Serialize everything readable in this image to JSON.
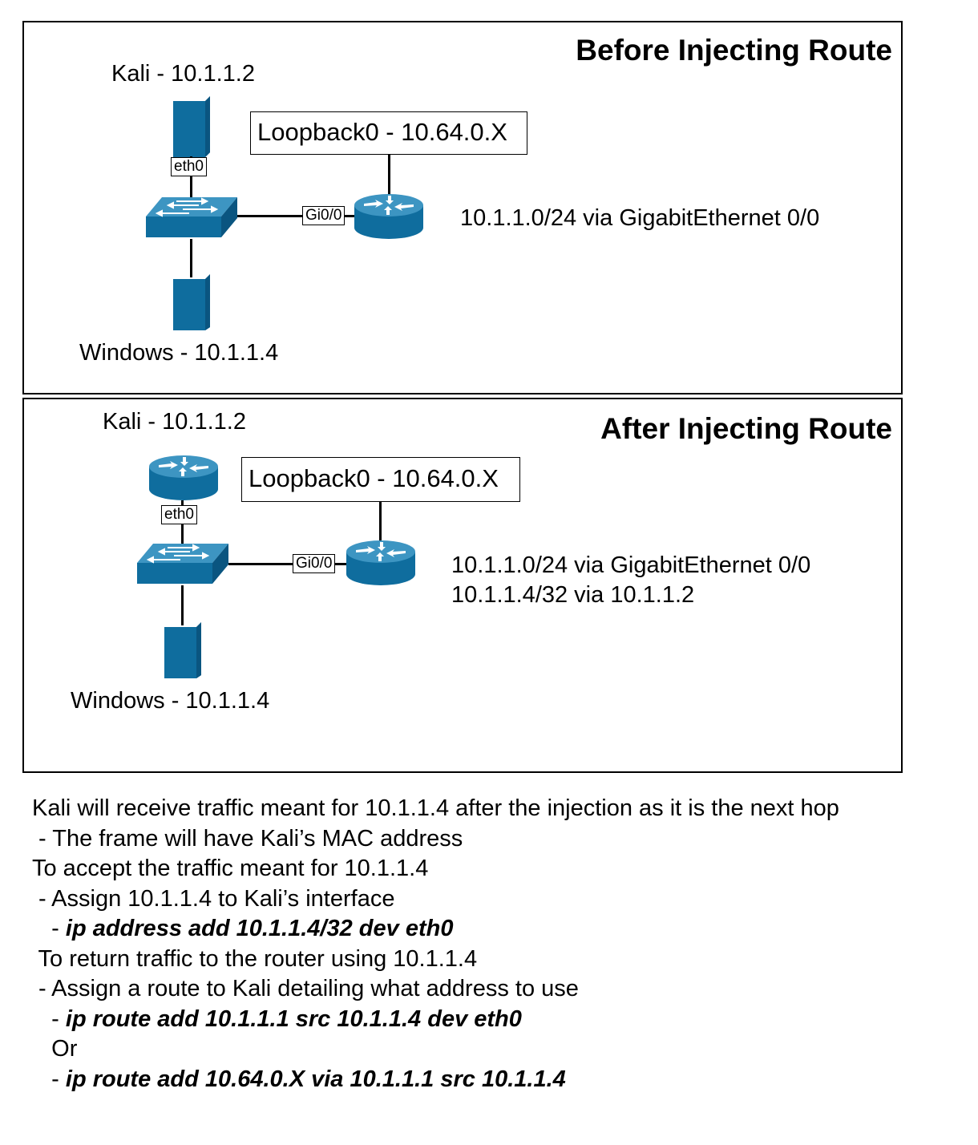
{
  "before": {
    "title": "Before Injecting Route",
    "kali_label": "Kali - 10.1.1.2",
    "windows_label": "Windows - 10.1.1.4",
    "loopback_label": "Loopback0 - 10.64.0.X",
    "eth_port": "eth0",
    "gi_port": "Gi0/0",
    "routes": [
      "10.1.1.0/24 via GigabitEthernet 0/0"
    ]
  },
  "after": {
    "title": "After Injecting Route",
    "kali_label": "Kali - 10.1.1.2",
    "windows_label": "Windows - 10.1.1.4",
    "loopback_label": "Loopback0 - 10.64.0.X",
    "eth_port": "eth0",
    "gi_port": "Gi0/0",
    "routes": [
      "10.1.1.0/24 via GigabitEthernet 0/0",
      "10.1.1.4/32 via 10.1.1.2"
    ]
  },
  "notes": {
    "line1": "Kali will receive traffic meant for 10.1.1.4 after the injection as it is the next hop",
    "line2": " - The frame will have Kali’s MAC address",
    "line3": "To accept the traffic meant for 10.1.1.4",
    "line4": " - Assign 10.1.1.4 to Kali’s interface",
    "line5_prefix": "   - ",
    "line5_cmd": "ip address add 10.1.1.4/32 dev eth0",
    "line6": " To return traffic to the router using 10.1.1.4",
    "line7": " - Assign a route to Kali detailing what address to use",
    "line8_prefix": "   - ",
    "line8_cmd": "ip route add 10.1.1.1 src 10.1.1.4 dev eth0",
    "line9": "   Or",
    "line10_prefix": "   - ",
    "line10_cmd": "ip route add 10.64.0.X via 10.1.1.1 src 10.1.1.4"
  },
  "colors": {
    "device": "#0f6d9e",
    "device_dark": "#0a5580",
    "device_light": "#3d95c2"
  }
}
